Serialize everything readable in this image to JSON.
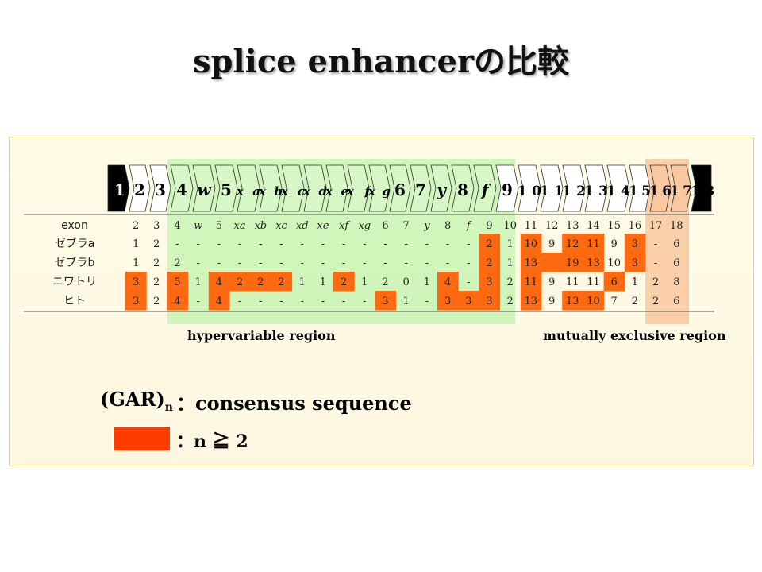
{
  "title": "splice enhancerの比較",
  "exon_labels": [
    "1",
    "2",
    "3",
    "4",
    "w",
    "5",
    "xa",
    "xb",
    "xc",
    "xd",
    "xe",
    "xf",
    "xg",
    "6",
    "7",
    "y",
    "8",
    "f",
    "9",
    "10",
    "11",
    "12",
    "13",
    "14",
    "15",
    "16",
    "17",
    "18"
  ],
  "table": {
    "header_label": "exon",
    "columns": [
      "2",
      "3",
      "4",
      "w",
      "5",
      "xa",
      "xb",
      "xc",
      "xd",
      "xe",
      "xf",
      "xg",
      "6",
      "7",
      "y",
      "8",
      "f",
      "9",
      "10",
      "11",
      "12",
      "13",
      "14",
      "15",
      "16",
      "17",
      "18"
    ],
    "rows": [
      {
        "label": "ゼブラa",
        "cells": [
          "1",
          "2",
          "-",
          "-",
          "-",
          "-",
          "-",
          "-",
          "-",
          "-",
          "-",
          "-",
          "-",
          "-",
          "-",
          "-",
          "-",
          "2",
          "1",
          "10",
          "9",
          "12",
          "11",
          "9",
          "3",
          "-",
          "6"
        ]
      },
      {
        "label": "ゼブラb",
        "cells": [
          "1",
          "2",
          "2",
          "-",
          "-",
          "-",
          "-",
          "-",
          "-",
          "-",
          "-",
          "-",
          "-",
          "-",
          "-",
          "-",
          "-",
          "2",
          "1",
          "13",
          "",
          "19",
          "13",
          "10",
          "3",
          "-",
          "6"
        ]
      },
      {
        "label": "ニワトリ",
        "cells": [
          "3",
          "2",
          "5",
          "1",
          "4",
          "2",
          "2",
          "2",
          "1",
          "1",
          "2",
          "1",
          "2",
          "0",
          "1",
          "4",
          "-",
          "3",
          "2",
          "11",
          "9",
          "11",
          "11",
          "6",
          "1",
          "2",
          "8"
        ]
      },
      {
        "label": "ヒト",
        "cells": [
          "3",
          "2",
          "4",
          "-",
          "4",
          "-",
          "-",
          "-",
          "-",
          "-",
          "-",
          "-",
          "3",
          "1",
          "-",
          "3",
          "3",
          "3",
          "2",
          "13",
          "9",
          "13",
          "10",
          "7",
          "2",
          "2",
          "6"
        ]
      }
    ]
  },
  "region_labels": {
    "hypervariable": "hypervariable region",
    "mutually_exclusive": "mutually exclusive region"
  },
  "legend": {
    "gar_base": "(GAR)",
    "gar_sub": "n",
    "consensus": "：consensus sequence",
    "threshold": "：n ≧ 2"
  },
  "colors": {
    "highlight": "#ff6a10",
    "legend_box": "#ff3b00",
    "hyper_region": "#c8f5b4",
    "mutual_region": "#f9c8a0",
    "panel_border": "#e4d27a"
  }
}
